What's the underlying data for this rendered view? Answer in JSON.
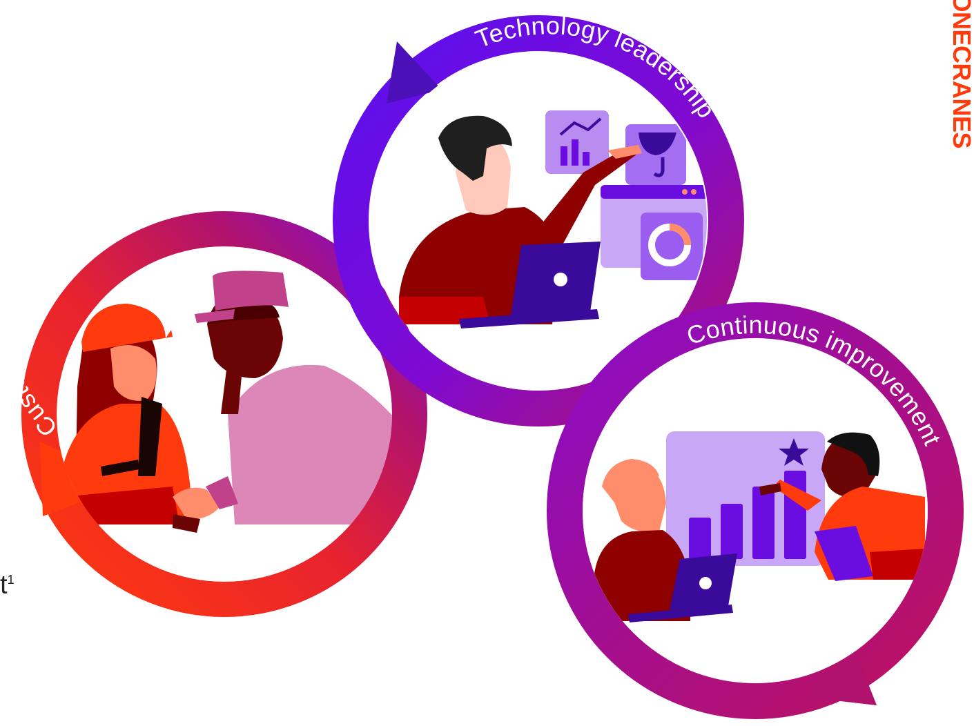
{
  "brand": {
    "logo_text": "KONECRANES"
  },
  "left_text": {
    "text": "t",
    "superscript": "1"
  },
  "cycles": [
    {
      "id": "customer",
      "label": "Customer Agreement Base focus"
    },
    {
      "id": "technology",
      "label": "Technology leadership"
    },
    {
      "id": "continuous",
      "label": "Continuous improvement"
    }
  ],
  "colors": {
    "brand_red": "#ff3a0d",
    "purple": "#6a0de0",
    "magenta": "#b0126e",
    "deep_red": "#8e0000",
    "lilac": "#b98cf2"
  },
  "icons": {
    "chart": "line-bar-chart-icon",
    "hook": "crane-hook-icon",
    "star": "star-icon"
  }
}
